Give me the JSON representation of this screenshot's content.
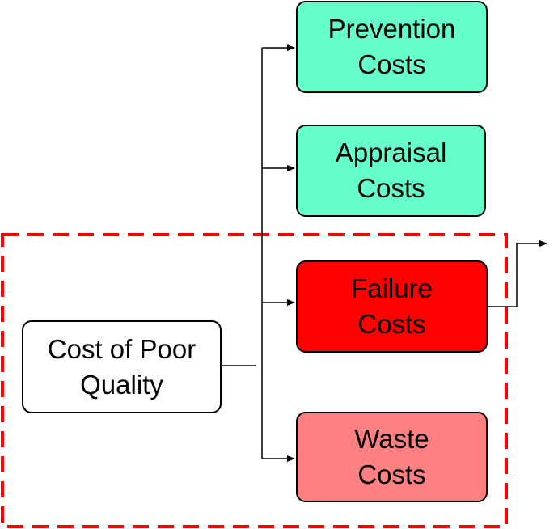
{
  "nodes": {
    "cost_of_poor_quality": {
      "line1": "Cost of Poor",
      "line2": "Quality",
      "fill": "#ffffff"
    },
    "prevention_costs": {
      "line1": "Prevention",
      "line2": "Costs",
      "fill": "#66ffcc"
    },
    "appraisal_costs": {
      "line1": "Appraisal",
      "line2": "Costs",
      "fill": "#66ffcc"
    },
    "failure_costs": {
      "line1": "Failure",
      "line2": "Costs",
      "fill": "#ff0000"
    },
    "waste_costs": {
      "line1": "Waste",
      "line2": "Costs",
      "fill": "#ff8080"
    }
  },
  "colors": {
    "connector": "#000000",
    "highlight_border": "#ff0000"
  }
}
